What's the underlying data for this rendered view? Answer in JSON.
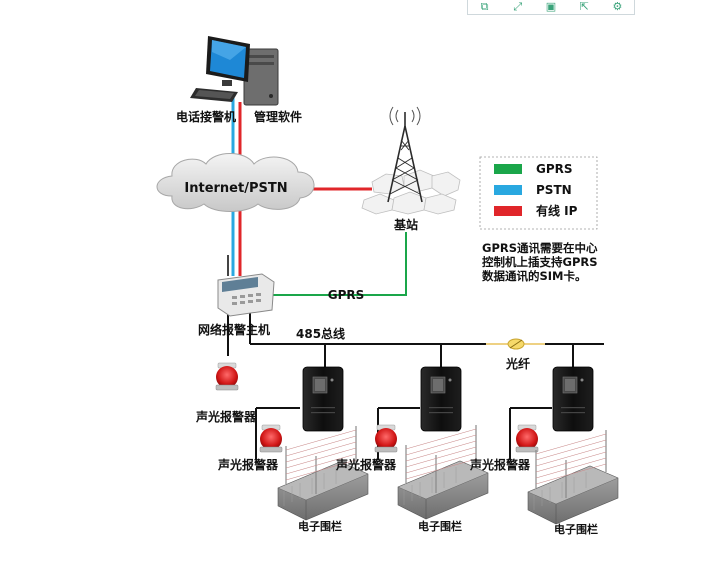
{
  "toolbar": {
    "icons": [
      "copy-icon",
      "expand-icon",
      "save-icon",
      "share-icon",
      "settings-icon"
    ],
    "glyphs": [
      "⧉",
      "⤢",
      "▣",
      "⇱",
      "⚙"
    ]
  },
  "diagram": {
    "alarm_phone_label": "电话接警机",
    "software_label": "管理软件",
    "cloud_label": "Internet/PSTN",
    "base_station_label": "基站",
    "gprs_link_label": "GPRS",
    "controller_label": "网络报警主机",
    "bus_label": "485总线",
    "fiber_label": "光纤",
    "siren_label_main": "声光报警器",
    "siren_labels": [
      "声光报警器",
      "声光报警器",
      "声光报警器"
    ],
    "fence_labels": [
      "电子围栏",
      "电子围栏",
      "电子围栏"
    ],
    "note_lines": [
      "GPRS通讯需要在中心",
      "控制机上插支持GPRS",
      "数据通讯的SIM卡。"
    ]
  },
  "legend": {
    "items": [
      {
        "label": "GPRS",
        "color": "#1aa64a"
      },
      {
        "label": "PSTN",
        "color": "#29a8e0"
      },
      {
        "label": "有线 IP",
        "color": "#e0262a"
      }
    ]
  },
  "colors": {
    "gprs": "#1aa64a",
    "pstn": "#29a8e0",
    "ip": "#e0262a",
    "bus": "#111111"
  }
}
